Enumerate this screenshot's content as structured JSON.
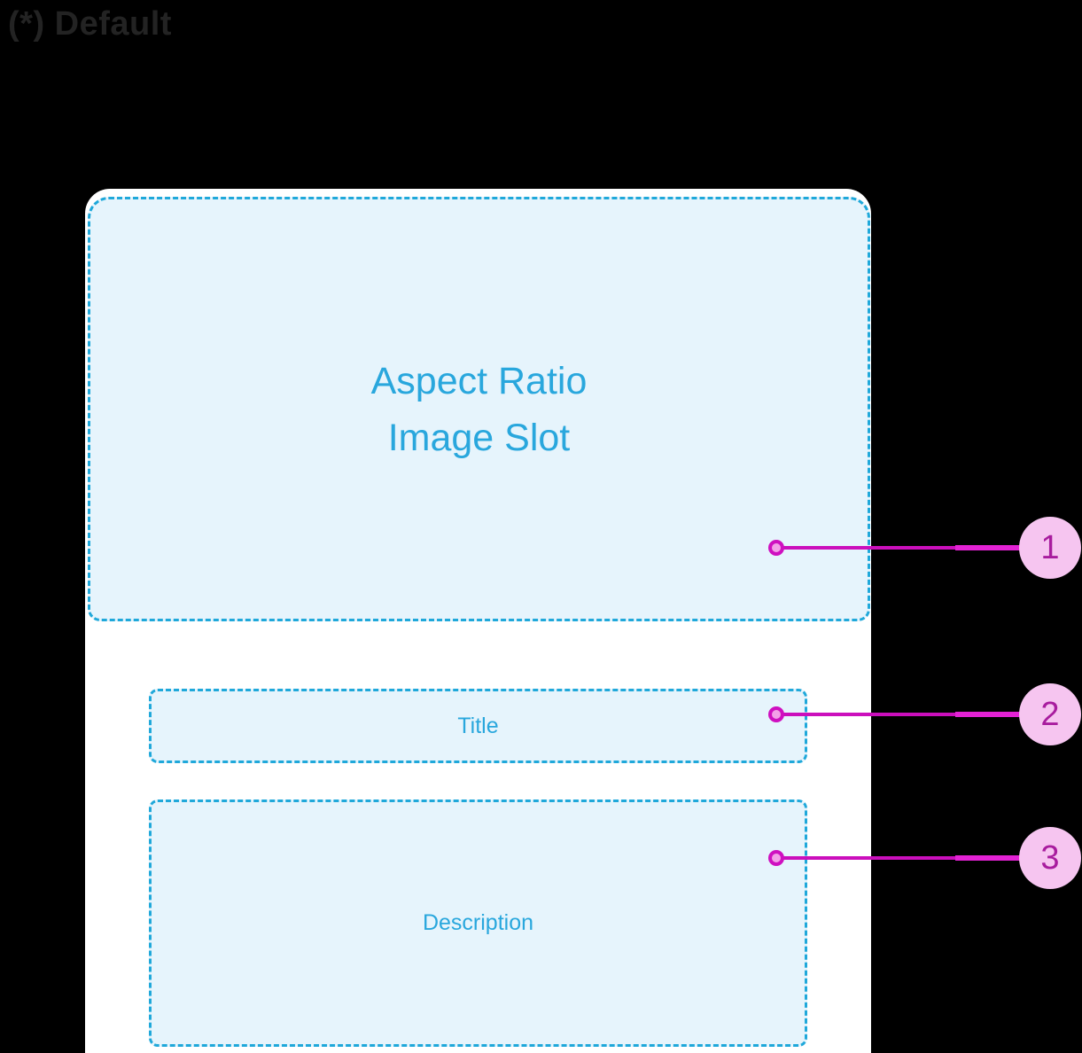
{
  "header": {
    "title": "(*) Default"
  },
  "card": {
    "image_slot": {
      "line1": "Aspect Ratio",
      "line2": "Image Slot"
    },
    "title_slot": {
      "label": "Title"
    },
    "description_slot": {
      "label": "Description"
    }
  },
  "annotations": [
    {
      "number": "1"
    },
    {
      "number": "2"
    },
    {
      "number": "3"
    }
  ],
  "colors": {
    "background": "#000000",
    "heading_text": "#232323",
    "card_fill": "#FFFFFF",
    "slot_border": "#1FA8DA",
    "slot_fill": "#E6F4FC",
    "slot_text": "#29A7DD",
    "leader_line": "#CB0FBC",
    "leader_line_bright": "#E322D4",
    "dot_fill": "#F3A0E8",
    "badge_fill": "#F6C5F0",
    "badge_text": "#A81C9E"
  }
}
